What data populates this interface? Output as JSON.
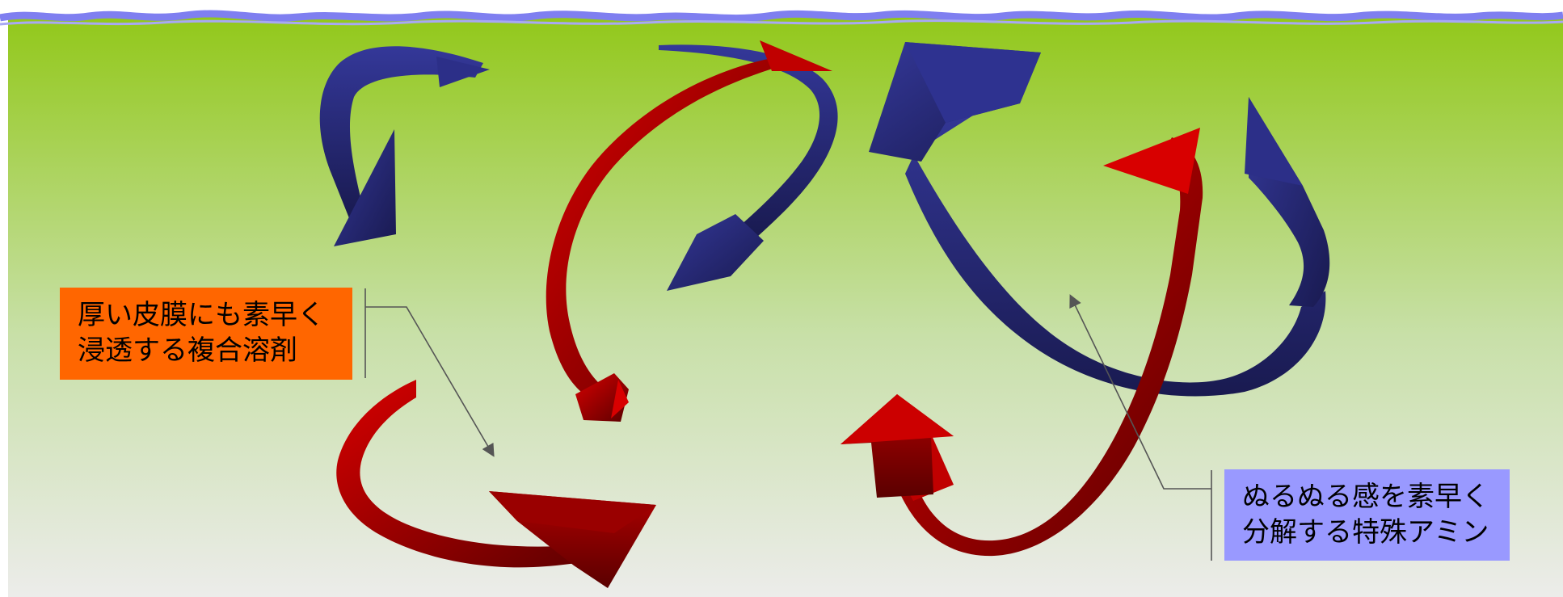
{
  "colors": {
    "water_top": "#92c81a",
    "water_bottom": "#ececea",
    "surface_line": "#7f7ff0",
    "arrow_blue_light": "#343899",
    "arrow_blue_dark": "#191a50",
    "arrow_red_light": "#d80000",
    "arrow_red_dark": "#5a0000",
    "left_callout_bg": "#ff6600",
    "right_callout_bg": "#9999ff",
    "leader_line": "#555555"
  },
  "callouts": {
    "left": {
      "line1": "厚い皮膜にも素早く",
      "line2": "浸透する複合溶剤"
    },
    "right": {
      "line1": "ぬるぬる感を素早く",
      "line2": "分解する特殊アミン"
    }
  },
  "arrows": [
    {
      "name": "blue-arrow-top-left",
      "icon": "curved-arrow",
      "color": "blue"
    },
    {
      "name": "blue-arrow-top-center",
      "icon": "curved-arrow",
      "color": "blue"
    },
    {
      "name": "blue-arrow-large-right",
      "icon": "curved-arrow",
      "color": "blue"
    },
    {
      "name": "blue-arrow-far-right",
      "icon": "curved-arrow",
      "color": "blue"
    },
    {
      "name": "red-arrow-center",
      "icon": "curved-arrow",
      "color": "red"
    },
    {
      "name": "red-arrow-bottom-left",
      "icon": "curved-arrow",
      "color": "red"
    },
    {
      "name": "red-arrow-bottom-center",
      "icon": "curved-arrow",
      "color": "red"
    },
    {
      "name": "red-arrow-right",
      "icon": "curved-arrow",
      "color": "red"
    }
  ]
}
